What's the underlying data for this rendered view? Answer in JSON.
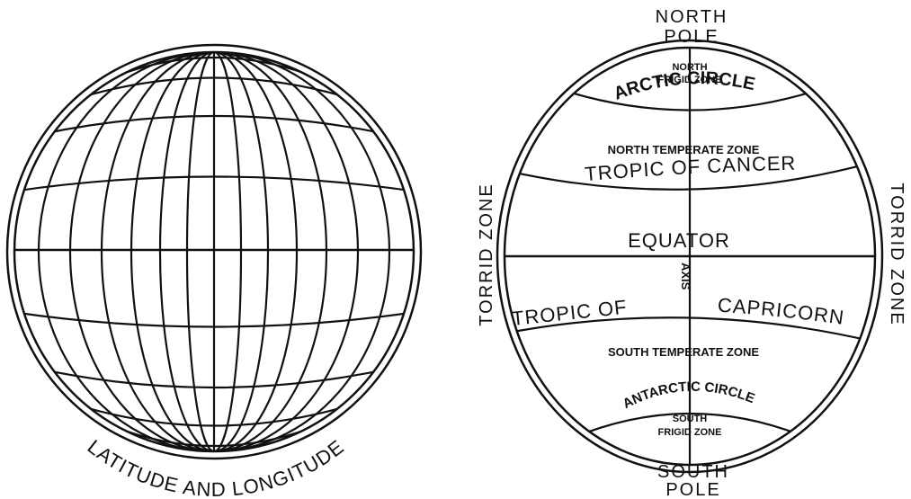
{
  "left_globe": {
    "caption": "LATITUDE AND LONGITUDE"
  },
  "right_globe": {
    "north_pole_line1": "NORTH",
    "north_pole_line2": "POLE",
    "north_frigid_line1": "NORTH",
    "north_frigid_line2": "FRIGID ZONE",
    "arctic_circle": "ARCTIC CIRCLE",
    "north_temperate": "NORTH TEMPERATE ZONE",
    "tropic_cancer": "TROPIC OF CANCER",
    "torrid_left": "TORRID ZONE",
    "torrid_right": "TORRID ZONE",
    "equator": "EQUATOR",
    "axis": "AXIS",
    "tropic_capricorn_left": "TROPIC OF",
    "tropic_capricorn_right": "CAPRICORN",
    "south_temperate": "SOUTH TEMPERATE ZONE",
    "antarctic_circle": "ANTARCTIC CIRCLE",
    "south_frigid_line1": "SOUTH",
    "south_frigid_line2": "FRIGID ZONE",
    "south_pole_line1": "SOUTH",
    "south_pole_line2": "POLE"
  }
}
